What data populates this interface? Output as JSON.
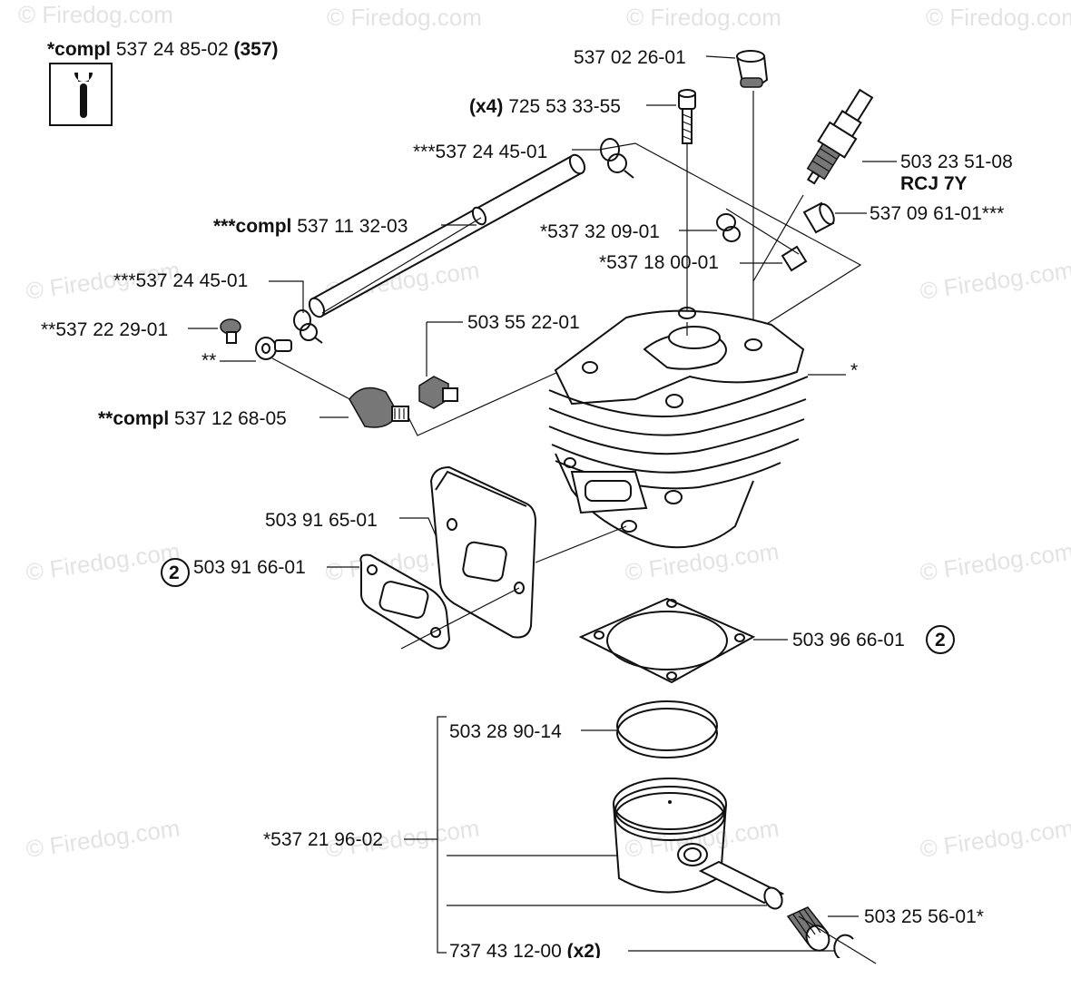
{
  "watermark": "© Firedog.com",
  "kit": {
    "prefix": "*compl",
    "number": "537 24 85-02",
    "ref": "(357)",
    "icon": "wrench-icon"
  },
  "labels": {
    "cap": "537 02 26-01",
    "screw_qty": "(x4)",
    "screw": "725 53 33-55",
    "clamp_top": "***537 24 45-01",
    "hose_prefix": "***compl",
    "hose": "537 11 32-03",
    "clip": "*537 32 09-01",
    "sleeve": "*537 18 00-01",
    "spark_plug": "503 23 51-08",
    "spark_plug_type": "RCJ 7Y",
    "connector": "537 09 61-01***",
    "clamp_lower": "***537 24 45-01",
    "nipple": "**537 22 29-01",
    "asterisk2": "**",
    "valve_prefix": "**compl",
    "valve": "537 12 68-05",
    "plug": "503 55 22-01",
    "cylinder": "*",
    "insulator": "503 91 65-01",
    "gasket_exhaust_badge": "2",
    "gasket_exhaust": "503 91 66-01",
    "base_gasket": "503 96 66-01",
    "base_gasket_badge": "2",
    "ring": "503 28 90-14",
    "piston_kit": "*537 21 96-02",
    "bearing": "503 25 56-01*",
    "circlip": "737 43 12-00",
    "circlip_qty": "(x2)"
  }
}
